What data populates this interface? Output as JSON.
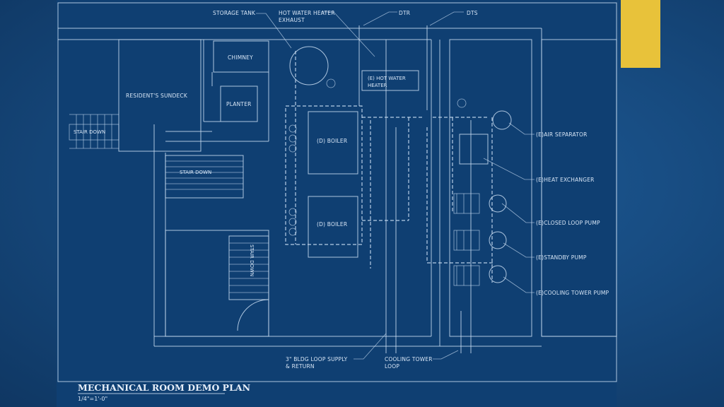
{
  "colors": {
    "slide_bg": "#174b80",
    "panel_bg": "#0f3f72",
    "linework": "#c9ddf2",
    "accent": "#e8c23a"
  },
  "callouts": {
    "storage_tank": "STORAGE TANK",
    "hw_exhaust_1": "HOT WATER HEATER",
    "hw_exhaust_2": "EXHAUST",
    "dtr": "DTR",
    "dts": "DTS",
    "air_separator": "(E)AIR SEPARATOR",
    "heat_exchanger": "(E)HEAT EXCHANGER",
    "closed_loop_pump": "(E)CLOSED LOOP PUMP",
    "standby_pump": "(E)STANDBY PUMP",
    "cooling_tower_pump": "(E)COOLING TOWER PUMP",
    "bldg_loop_1": "3\" BLDG LOOP SUPPLY",
    "bldg_loop_2": "& RETURN",
    "ct_loop_1": "COOLING TOWER",
    "ct_loop_2": "LOOP"
  },
  "rooms": {
    "chimney": "CHIMNEY",
    "planter": "PLANTER",
    "sundeck": "RESIDENT'S SUNDECK",
    "stair_down_left": "STAIR DOWN",
    "stair_down_mid": "STAIR DOWN",
    "stair_down_vertical": "STAIR DOWN",
    "hot_water_heater_1": "(E) HOT WATER",
    "hot_water_heater_2": "HEATER",
    "boiler_upper": "(D) BOILER",
    "boiler_lower": "(D) BOILER"
  },
  "title_block": {
    "title": "MECHANICAL ROOM DEMO PLAN",
    "scale": "1/4\"=1'-0\""
  }
}
